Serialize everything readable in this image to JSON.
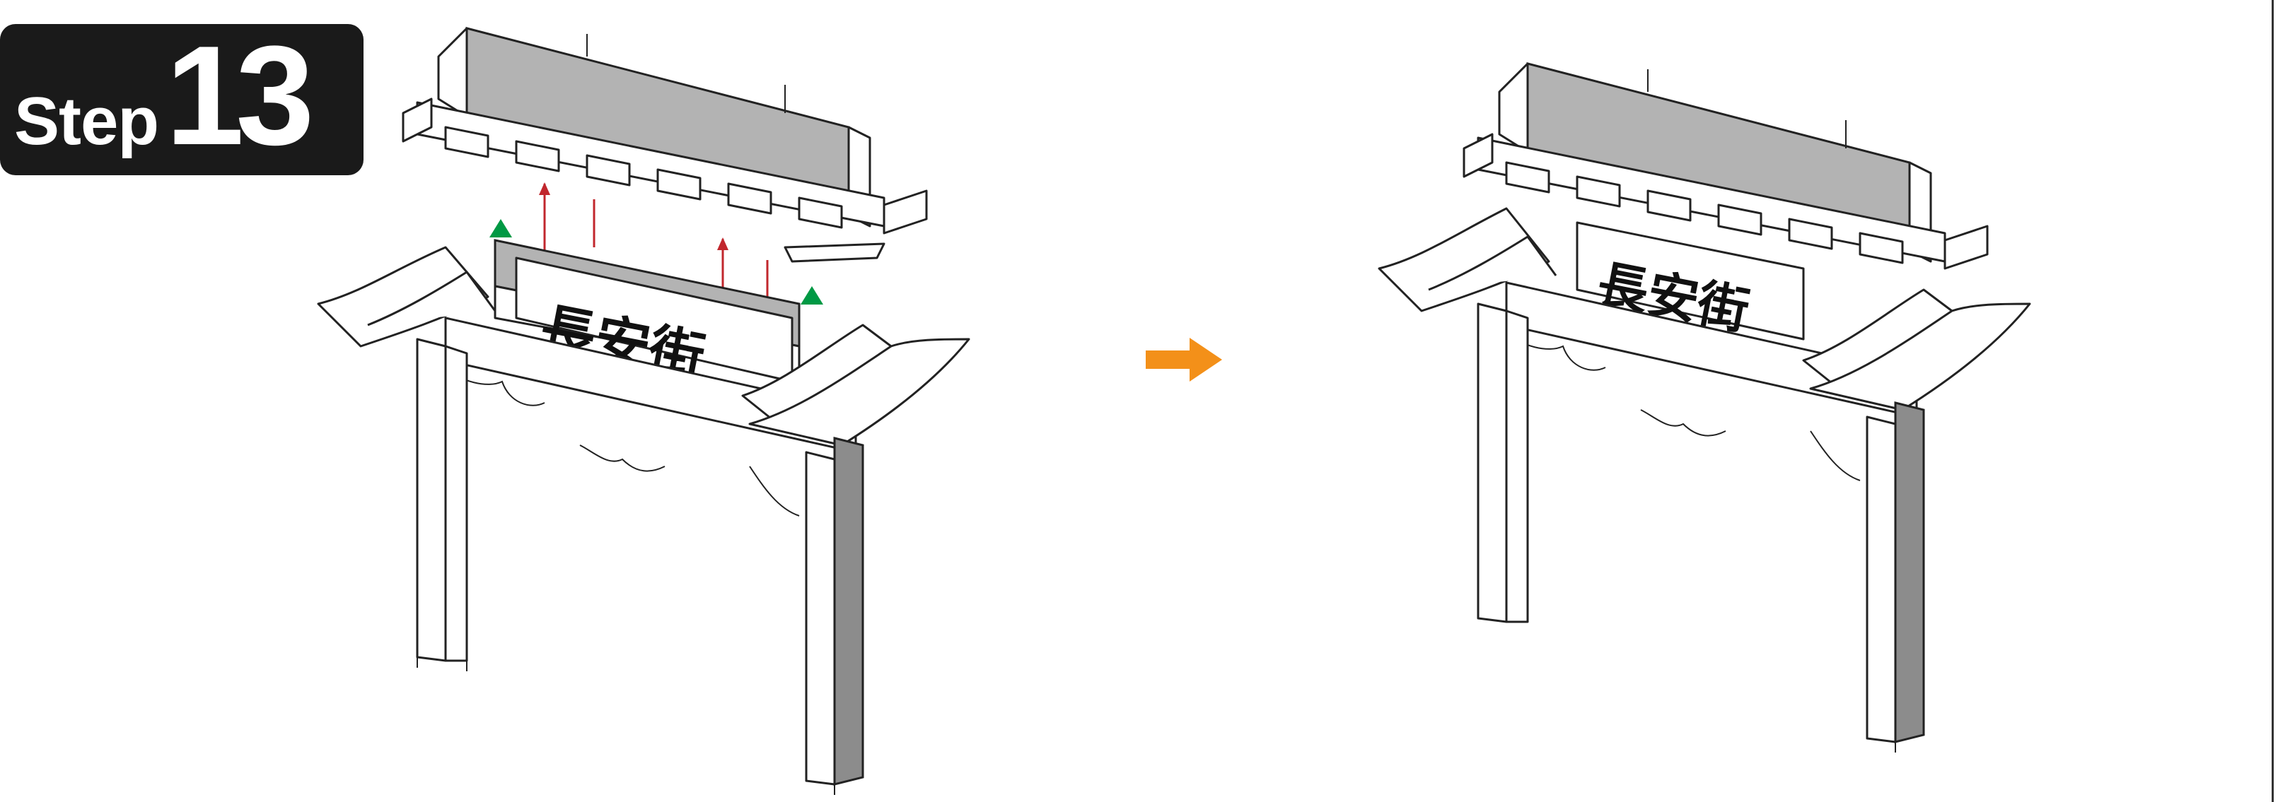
{
  "step": {
    "word": "Step",
    "number": "13"
  },
  "plaque_text": "長安街",
  "colors": {
    "badge": "#1a1a1a",
    "arrow": "#f39019",
    "guide_arrow": "#c1272d",
    "marker": "#009944"
  },
  "icons": {
    "transition": "right-arrow-icon",
    "alignment_marker": "green-triangle-icon"
  }
}
